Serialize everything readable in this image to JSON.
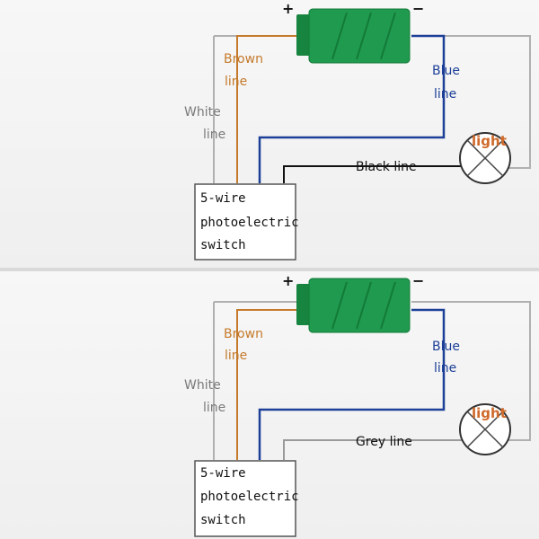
{
  "diagrams": [
    {
      "plus": "+",
      "minus": "−",
      "brown_1": "Brown",
      "brown_2": "line",
      "white_1": "White",
      "white_2": "line",
      "blue_1": "Blue",
      "blue_2": "line",
      "load_label": "light",
      "bottom_line": "Black line",
      "switch_1": "5-wire",
      "switch_2": "photoelectric",
      "switch_3": "switch"
    },
    {
      "plus": "+",
      "minus": "−",
      "brown_1": "Brown",
      "brown_2": "line",
      "white_1": "White",
      "white_2": "line",
      "blue_1": "Blue",
      "blue_2": "line",
      "load_label": "light",
      "bottom_line": "Grey line",
      "switch_1": "5-wire",
      "switch_2": "photoelectric",
      "switch_3": "switch"
    }
  ],
  "colors": {
    "brown": "#c57a2b",
    "white_wire": "#9a9a9a",
    "blue": "#1c3f97",
    "black": "#111111",
    "battery": "#1f9a4f"
  }
}
